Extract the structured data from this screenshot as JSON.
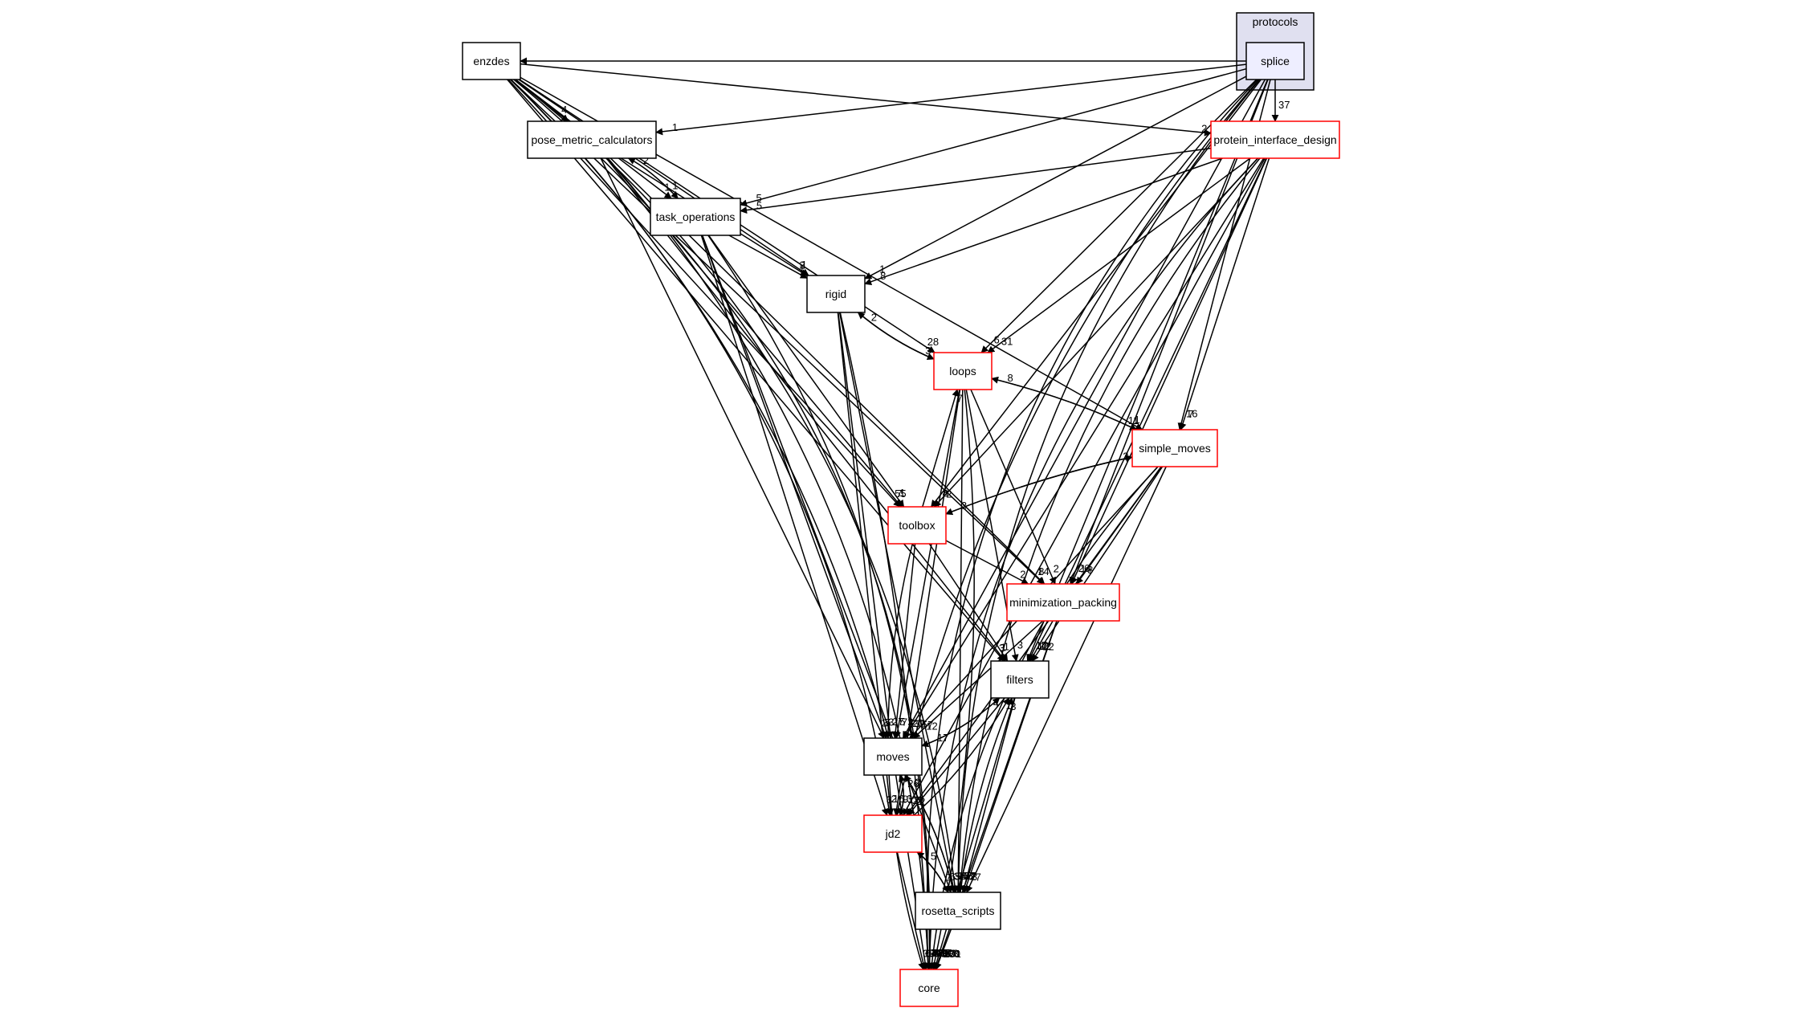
{
  "colors": {
    "background": "#ffffff",
    "cluster_fill": "#e0e0f0",
    "selected_fill": "#eeeeff",
    "node_border": "#000000",
    "truncated_border": "#ff0000",
    "edge": "#000000"
  },
  "cluster": {
    "id": "protocols",
    "label": "protocols"
  },
  "nodes": [
    {
      "id": "splice",
      "label": "splice",
      "selected": true
    },
    {
      "id": "enzdes",
      "label": "enzdes"
    },
    {
      "id": "pose_metric_calculators",
      "label": "pose_metric_calculators"
    },
    {
      "id": "protein_interface_design",
      "label": "protein_interface_design",
      "truncated": true
    },
    {
      "id": "task_operations",
      "label": "task_operations"
    },
    {
      "id": "rigid",
      "label": "rigid"
    },
    {
      "id": "loops",
      "label": "loops",
      "truncated": true
    },
    {
      "id": "simple_moves",
      "label": "simple_moves",
      "truncated": true
    },
    {
      "id": "toolbox",
      "label": "toolbox",
      "truncated": true
    },
    {
      "id": "minimization_packing",
      "label": "minimization_packing",
      "truncated": true
    },
    {
      "id": "filters",
      "label": "filters"
    },
    {
      "id": "moves",
      "label": "moves"
    },
    {
      "id": "jd2",
      "label": "jd2",
      "truncated": true
    },
    {
      "id": "rosetta_scripts",
      "label": "rosetta_scripts"
    },
    {
      "id": "core",
      "label": "core",
      "truncated": true
    }
  ],
  "edges": [
    {
      "from": "splice",
      "to": "protein_interface_design",
      "label": "37"
    },
    {
      "from": "splice",
      "to": "enzdes",
      "label": ""
    },
    {
      "from": "splice",
      "to": "pose_metric_calculators",
      "label": "1"
    },
    {
      "from": "splice",
      "to": "task_operations",
      "label": "5"
    },
    {
      "from": "splice",
      "to": "rigid",
      "label": "1"
    },
    {
      "from": "splice",
      "to": "loops",
      "label": "6"
    },
    {
      "from": "splice",
      "to": "simple_moves",
      "label": "16"
    },
    {
      "from": "splice",
      "to": "toolbox",
      "label": "8"
    },
    {
      "from": "splice",
      "to": "minimization_packing",
      "label": "26"
    },
    {
      "from": "splice",
      "to": "filters",
      "label": "17"
    },
    {
      "from": "splice",
      "to": "moves",
      "label": "20"
    },
    {
      "from": "splice",
      "to": "jd2",
      "label": "9"
    },
    {
      "from": "splice",
      "to": "rosetta_scripts",
      "label": "48"
    },
    {
      "from": "splice",
      "to": "core",
      "label": "409"
    },
    {
      "from": "enzdes",
      "to": "pose_metric_calculators",
      "label": "4"
    },
    {
      "from": "enzdes",
      "to": "protein_interface_design",
      "label": "2"
    },
    {
      "from": "enzdes",
      "to": "task_operations",
      "label": "1"
    },
    {
      "from": "enzdes",
      "to": "rigid",
      "label": "1"
    },
    {
      "from": "enzdes",
      "to": "loops",
      "label": "28"
    },
    {
      "from": "enzdes",
      "to": "simple_moves",
      "label": "1"
    },
    {
      "from": "enzdes",
      "to": "toolbox",
      "label": "55"
    },
    {
      "from": "enzdes",
      "to": "minimization_packing",
      "label": "14"
    },
    {
      "from": "enzdes",
      "to": "filters",
      "label": "3"
    },
    {
      "from": "enzdes",
      "to": "moves",
      "label": "3"
    },
    {
      "from": "enzdes",
      "to": "jd2",
      "label": "2"
    },
    {
      "from": "enzdes",
      "to": "rosetta_scripts",
      "label": "16"
    },
    {
      "from": "enzdes",
      "to": "core",
      "label": "586"
    },
    {
      "from": "pose_metric_calculators",
      "to": "task_operations",
      "label": "1"
    },
    {
      "from": "pose_metric_calculators",
      "to": "rigid",
      "label": "2"
    },
    {
      "from": "pose_metric_calculators",
      "to": "toolbox",
      "label": "7"
    },
    {
      "from": "pose_metric_calculators",
      "to": "minimization_packing",
      "label": "8"
    },
    {
      "from": "pose_metric_calculators",
      "to": "filters",
      "label": "1"
    },
    {
      "from": "pose_metric_calculators",
      "to": "moves",
      "label": "2"
    },
    {
      "from": "pose_metric_calculators",
      "to": "core",
      "label": "296"
    },
    {
      "from": "task_operations",
      "to": "pose_metric_calculators",
      "label": "2"
    },
    {
      "from": "task_operations",
      "to": "rigid",
      "label": "1"
    },
    {
      "from": "task_operations",
      "to": "toolbox",
      "label": "1"
    },
    {
      "from": "task_operations",
      "to": "moves",
      "label": "5"
    },
    {
      "from": "task_operations",
      "to": "jd2",
      "label": "3"
    },
    {
      "from": "task_operations",
      "to": "rosetta_scripts",
      "label": "6"
    },
    {
      "from": "task_operations",
      "to": "core",
      "label": "285"
    },
    {
      "from": "protein_interface_design",
      "to": "task_operations",
      "label": "5"
    },
    {
      "from": "protein_interface_design",
      "to": "rigid",
      "label": "8"
    },
    {
      "from": "protein_interface_design",
      "to": "loops",
      "label": "31"
    },
    {
      "from": "protein_interface_design",
      "to": "simple_moves",
      "label": "7"
    },
    {
      "from": "protein_interface_design",
      "to": "toolbox",
      "label": "2"
    },
    {
      "from": "protein_interface_design",
      "to": "minimization_packing",
      "label": "14"
    },
    {
      "from": "protein_interface_design",
      "to": "filters",
      "label": "12"
    },
    {
      "from": "protein_interface_design",
      "to": "moves",
      "label": "39"
    },
    {
      "from": "protein_interface_design",
      "to": "jd2",
      "label": "27"
    },
    {
      "from": "protein_interface_design",
      "to": "rosetta_scripts",
      "label": "37"
    },
    {
      "from": "protein_interface_design",
      "to": "core",
      "label": "602"
    },
    {
      "from": "rigid",
      "to": "loops",
      "label": "3"
    },
    {
      "from": "rigid",
      "to": "moves",
      "label": "27"
    },
    {
      "from": "rigid",
      "to": "jd2",
      "label": "16"
    },
    {
      "from": "rigid",
      "to": "rosetta_scripts",
      "label": "5"
    },
    {
      "from": "rigid",
      "to": "core",
      "label": "72"
    },
    {
      "from": "loops",
      "to": "rigid",
      "label": "2"
    },
    {
      "from": "loops",
      "to": "simple_moves",
      "label": "11"
    },
    {
      "from": "loops",
      "to": "minimization_packing",
      "label": "2"
    },
    {
      "from": "loops",
      "to": "filters",
      "label": "3"
    },
    {
      "from": "loops",
      "to": "moves",
      "label": "73"
    },
    {
      "from": "loops",
      "to": "jd2",
      "label": "13"
    },
    {
      "from": "loops",
      "to": "rosetta_scripts",
      "label": "18"
    },
    {
      "from": "loops",
      "to": "core",
      "label": "483"
    },
    {
      "from": "simple_moves",
      "to": "loops",
      "label": "8"
    },
    {
      "from": "simple_moves",
      "to": "toolbox",
      "label": "3"
    },
    {
      "from": "simple_moves",
      "to": "minimization_packing",
      "label": "8"
    },
    {
      "from": "simple_moves",
      "to": "filters",
      "label": "12"
    },
    {
      "from": "simple_moves",
      "to": "moves",
      "label": "57"
    },
    {
      "from": "simple_moves",
      "to": "jd2",
      "label": "1"
    },
    {
      "from": "simple_moves",
      "to": "rosetta_scripts",
      "label": "7"
    },
    {
      "from": "simple_moves",
      "to": "core",
      "label": "490"
    },
    {
      "from": "toolbox",
      "to": "loops",
      "label": "7"
    },
    {
      "from": "toolbox",
      "to": "simple_moves",
      "label": "2"
    },
    {
      "from": "toolbox",
      "to": "minimization_packing",
      "label": "2"
    },
    {
      "from": "toolbox",
      "to": "filters",
      "label": "1"
    },
    {
      "from": "toolbox",
      "to": "moves",
      "label": "5"
    },
    {
      "from": "toolbox",
      "to": "core",
      "label": "330"
    },
    {
      "from": "minimization_packing",
      "to": "filters",
      "label": "12"
    },
    {
      "from": "minimization_packing",
      "to": "moves",
      "label": "12"
    },
    {
      "from": "minimization_packing",
      "to": "rosetta_scripts",
      "label": "3"
    },
    {
      "from": "minimization_packing",
      "to": "core",
      "label": "230"
    },
    {
      "from": "filters",
      "to": "moves",
      "label": "17"
    },
    {
      "from": "filters",
      "to": "jd2",
      "label": "2"
    },
    {
      "from": "filters",
      "to": "rosetta_scripts",
      "label": "2"
    },
    {
      "from": "filters",
      "to": "core",
      "label": "213"
    },
    {
      "from": "moves",
      "to": "filters",
      "label": "4"
    },
    {
      "from": "moves",
      "to": "jd2",
      "label": "1"
    },
    {
      "from": "moves",
      "to": "rosetta_scripts",
      "label": "3"
    },
    {
      "from": "moves",
      "to": "core",
      "label": "120"
    },
    {
      "from": "jd2",
      "to": "moves",
      "label": "26"
    },
    {
      "from": "jd2",
      "to": "filters",
      "label": "1"
    },
    {
      "from": "jd2",
      "to": "rosetta_scripts",
      "label": "7"
    },
    {
      "from": "jd2",
      "to": "core",
      "label": "6"
    },
    {
      "from": "rosetta_scripts",
      "to": "jd2",
      "label": "5"
    },
    {
      "from": "rosetta_scripts",
      "to": "filters",
      "label": "3"
    },
    {
      "from": "rosetta_scripts",
      "to": "moves",
      "label": "2"
    },
    {
      "from": "rosetta_scripts",
      "to": "core",
      "label": "101"
    }
  ]
}
